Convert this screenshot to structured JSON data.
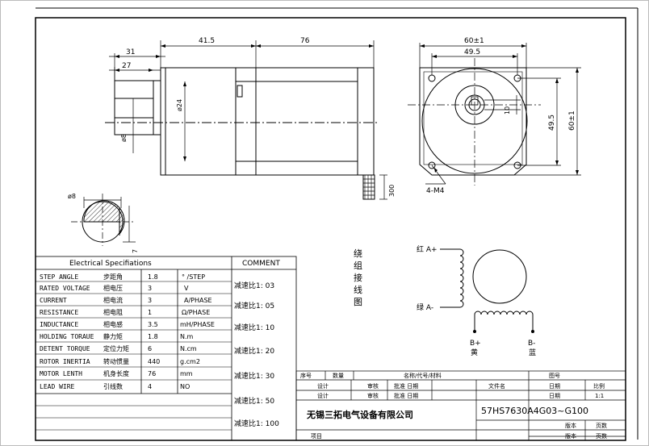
{
  "dimensions": {
    "d31": "31",
    "d27": "27",
    "d415": "41.5",
    "d76": "76",
    "d24": "ø24",
    "d8": "ø8",
    "d300": "300",
    "d60w": "60±1",
    "d495w": "49.5",
    "d10": "10",
    "d495h": "49.5",
    "d60h": "60±1",
    "d4m4": "4-M4",
    "shaft_d": "ø8",
    "shaft_7": "7"
  },
  "wiring": {
    "title_chars": [
      "绕",
      "组",
      "接",
      "线",
      "图"
    ],
    "a_plus": "红 A+",
    "a_minus": "绿 A-",
    "b_plus": "B+",
    "b_plus_color": "黄",
    "b_minus": "B-",
    "b_minus_color": "蓝"
  },
  "specs": {
    "title": "Electrical Specifiations",
    "rows": [
      {
        "en": "STEP ANGLE",
        "zh": "步距角",
        "val": "1.8",
        "unit": "° /STEP"
      },
      {
        "en": "RATED VOLTAGE",
        "zh": "相电压",
        "val": "3",
        "unit": "V"
      },
      {
        "en": "CURRENT",
        "zh": "相电流",
        "val": "3",
        "unit": "A/PHASE"
      },
      {
        "en": "RESISTANCE",
        "zh": "相电阻",
        "val": "1",
        "unit": "Ω/PHASE"
      },
      {
        "en": "INDUCTANCE",
        "zh": "相电感",
        "val": "3.5",
        "unit": "mH/PHASE"
      },
      {
        "en": "HOLDING TORAUE",
        "zh": "静力矩",
        "val": "1.8",
        "unit": "N.m"
      },
      {
        "en": "DETENT TORQUE",
        "zh": "定位力矩",
        "val": "6",
        "unit": "N.cm"
      },
      {
        "en": "ROTOR INERTIA",
        "zh": "转动惯量",
        "val": "440",
        "unit": "g.cm2"
      },
      {
        "en": "MOTOR LENTH",
        "zh": "机身长度",
        "val": "76",
        "unit": "mm"
      },
      {
        "en": "LEAD WIRE",
        "zh": "引线数",
        "val": "4",
        "unit": "NO"
      }
    ]
  },
  "comment": {
    "header": "COMMENT",
    "ratios": [
      "减速比1: 03",
      "减速比1: 05",
      "减速比1: 10",
      "减速比1: 20",
      "减速比1: 30",
      "减速比1: 50",
      "减速比1: 100"
    ]
  },
  "title_block": {
    "seq": "序号",
    "qty": "数量",
    "name_spec": "名称/代号/材料",
    "drawing_no": "图号",
    "design1": "设计",
    "review1": "审核",
    "approve_date1": "批准 日期",
    "file": "文件名",
    "date1": "日期",
    "scale": "比例",
    "design2": "设计",
    "review2": "审核",
    "approve_date2": "批准 日期",
    "date2": "日期",
    "scale_value": "1:1",
    "company": "无锡三拓电气设备有限公司",
    "model": "57HS7630A4G03~G100",
    "version1": "版本",
    "pages1": "页数",
    "version2": "版本",
    "pages2": "页数",
    "project": "项目"
  }
}
